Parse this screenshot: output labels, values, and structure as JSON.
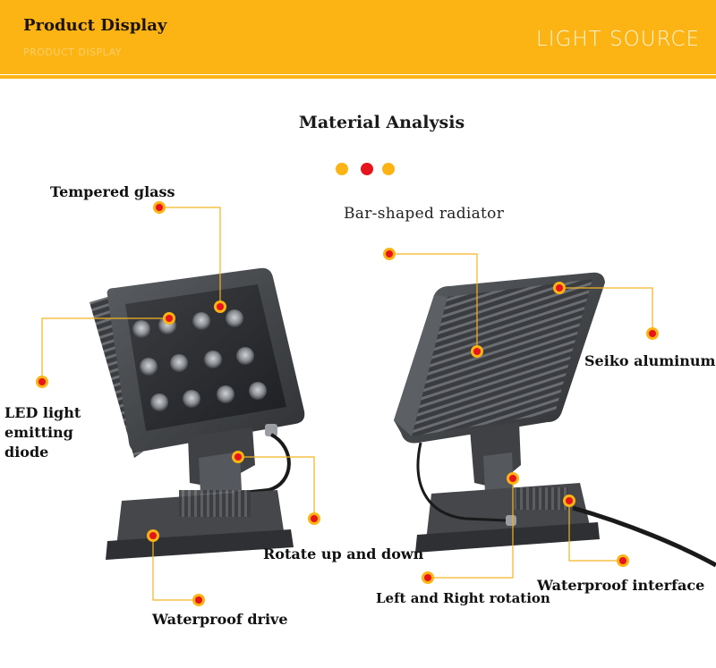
{
  "banner": {
    "title": "Product Display",
    "subtitle": "PRODUCT DISPLAY",
    "right_title": "LIGHT  SOURCE"
  },
  "section_title": "Material Analysis",
  "colors": {
    "banner": "#fcb414",
    "accent_orange": "#fcb414",
    "accent_red": "#e8141c",
    "leader_line": "#f4b323"
  },
  "callouts": {
    "tempered_glass": "Tempered glass",
    "bar_radiator": "Bar-shaped radiator",
    "seiko_aluminum": "Seiko aluminum",
    "led_line1": "LED light",
    "led_line2": "emitting",
    "led_line3": "diode",
    "rotate_up_down": "Rotate up and down",
    "waterproof_drive": "Waterproof drive",
    "left_right_rotation": "Left and Right rotation",
    "waterproof_interface": "Waterproof interface"
  }
}
